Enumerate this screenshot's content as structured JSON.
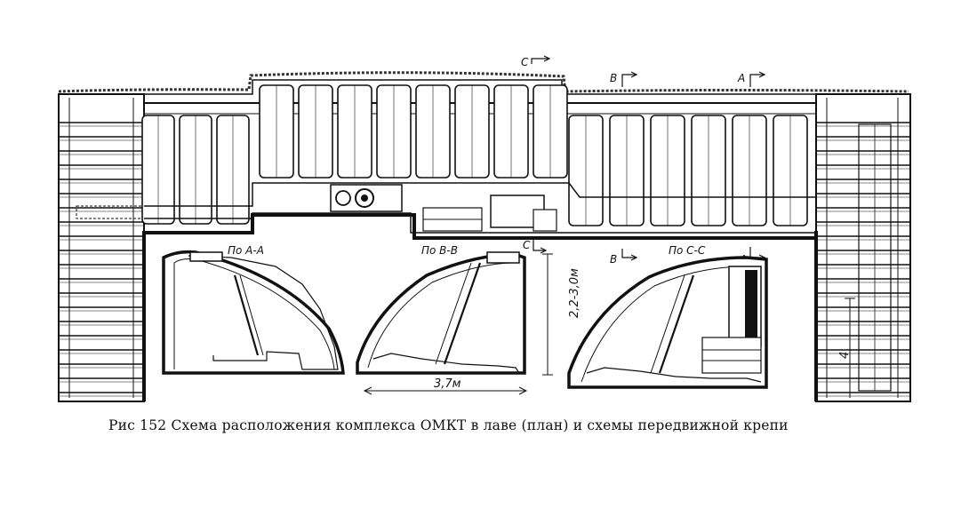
{
  "section_marks": {
    "c": "C",
    "b": "B",
    "a": "A"
  },
  "section_views": {
    "aa": "По А-А",
    "bb": "По В-В",
    "cc": "По С-С"
  },
  "dimensions": {
    "height": "2,2-3,0м",
    "width": "3,7м",
    "right_dim": "4"
  },
  "caption": "Рис  152  Схема расположения комплекса ОМКТ в лаве (план) и схемы  передвижной крепи"
}
